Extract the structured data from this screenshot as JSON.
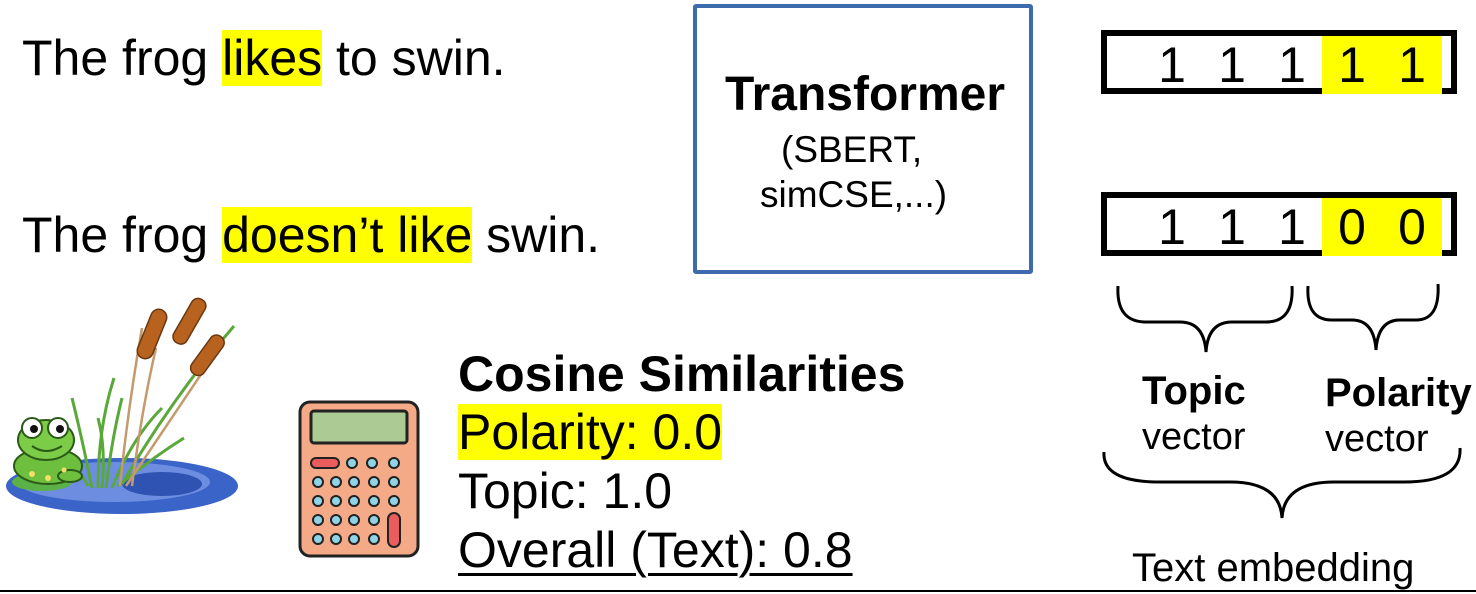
{
  "sentences": [
    {
      "before": "The frog ",
      "highlight": "likes",
      "after": " to swin."
    },
    {
      "before": "The frog ",
      "highlight": "doesn’t like",
      "after": " swin."
    }
  ],
  "transformer": {
    "title": "Transformer",
    "subtitle_line1": "(SBERT,",
    "subtitle_line2": "simCSE,...)",
    "border_color": "#3d6bad"
  },
  "vectors": [
    {
      "topic": [
        "1",
        "1",
        "1"
      ],
      "polarity": [
        "1",
        "1"
      ]
    },
    {
      "topic": [
        "1",
        "1",
        "1"
      ],
      "polarity": [
        "0",
        "0"
      ]
    }
  ],
  "labels": {
    "topic_bold": "Topic",
    "topic_reg": "vector",
    "polarity_bold": "Polarity",
    "polarity_reg": "vector",
    "text_embedding": "Text embedding"
  },
  "cosine": {
    "title": "Cosine Similarities",
    "polarity": "Polarity: 0.0",
    "topic": "Topic: 1.0",
    "overall": "Overall (Text): 0.8"
  },
  "icons": {
    "frog": "frog-pond-illustration-icon",
    "calculator": "calculator-icon"
  },
  "colors": {
    "highlight": "#ffff00",
    "calculator_body": "#f4a987",
    "calculator_screen": "#acca93",
    "calculator_keys": "#8fd4e6",
    "calculator_red_key": "#e95d5d"
  }
}
